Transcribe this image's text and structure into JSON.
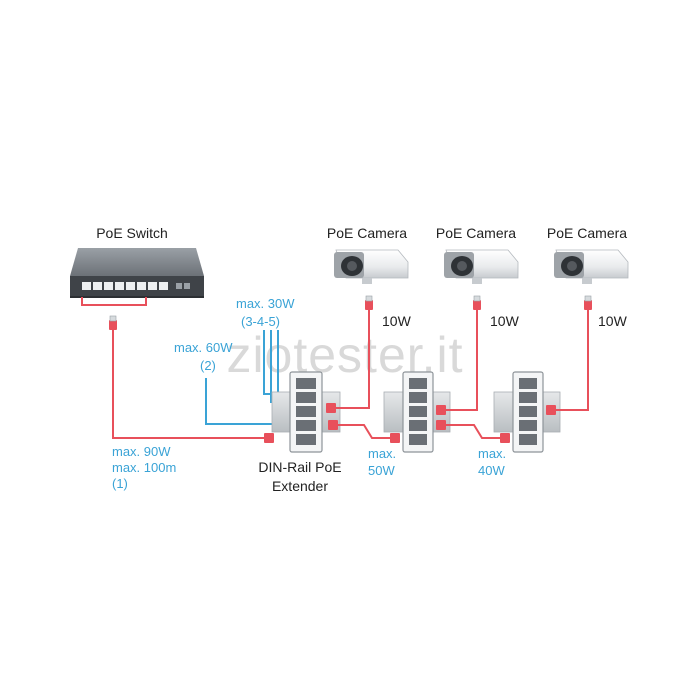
{
  "watermark": "ziotester.it",
  "switch": {
    "title": "PoE Switch"
  },
  "cameras": [
    {
      "title": "PoE Camera",
      "power": "10W"
    },
    {
      "title": "PoE Camera",
      "power": "10W"
    },
    {
      "title": "PoE Camera",
      "power": "10W"
    }
  ],
  "links": {
    "main": {
      "power": "max. 90W",
      "distance": "max. 100m",
      "index": "(1)"
    },
    "port2": {
      "power": "max. 60W",
      "index": "(2)"
    },
    "ports345": {
      "power": "max. 30W",
      "index": "(3-4-5)"
    },
    "cascade1": {
      "prefix": "max.",
      "power": "50W"
    },
    "cascade2": {
      "prefix": "max.",
      "power": "40W"
    }
  },
  "extender": {
    "line1": "DIN-Rail PoE",
    "line2": "Extender"
  },
  "colors": {
    "poe_cable": "#e8505b",
    "data_cable": "#3aa3d6",
    "device_gray": "#5a5e63",
    "rail_gray": "#cfd3d6"
  }
}
